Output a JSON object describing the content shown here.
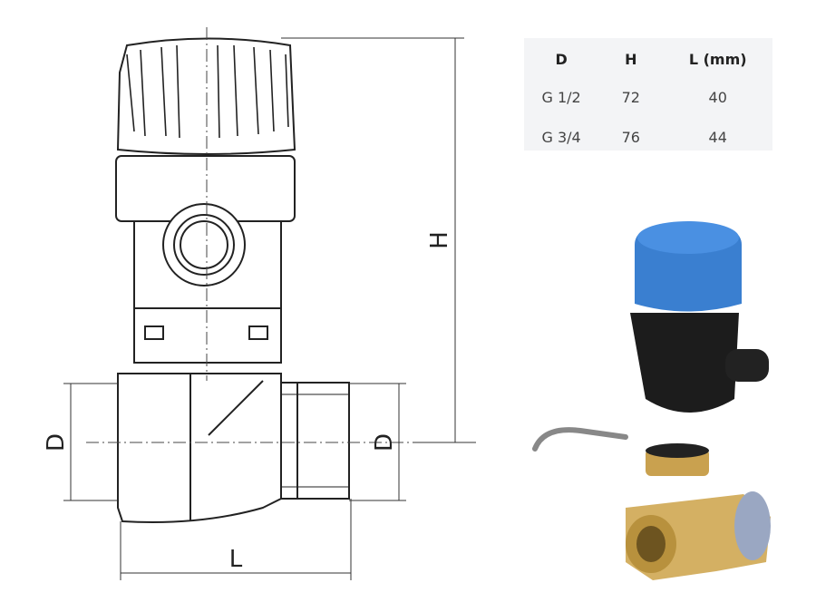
{
  "drawing": {
    "dimension_labels": {
      "height": "H",
      "diameter_left": "D",
      "diameter_right": "D",
      "length": "L"
    }
  },
  "spec_table": {
    "headers": [
      "D",
      "H",
      "L (mm)"
    ],
    "rows": [
      [
        "G 1/2",
        "72",
        "40"
      ],
      [
        "G 3/4",
        "76",
        "44"
      ]
    ]
  },
  "colors": {
    "cap_blue": "#3a7fd0",
    "brass": "#d4b063",
    "body_black": "#1c1c1c",
    "table_bg": "#f3f4f6"
  }
}
